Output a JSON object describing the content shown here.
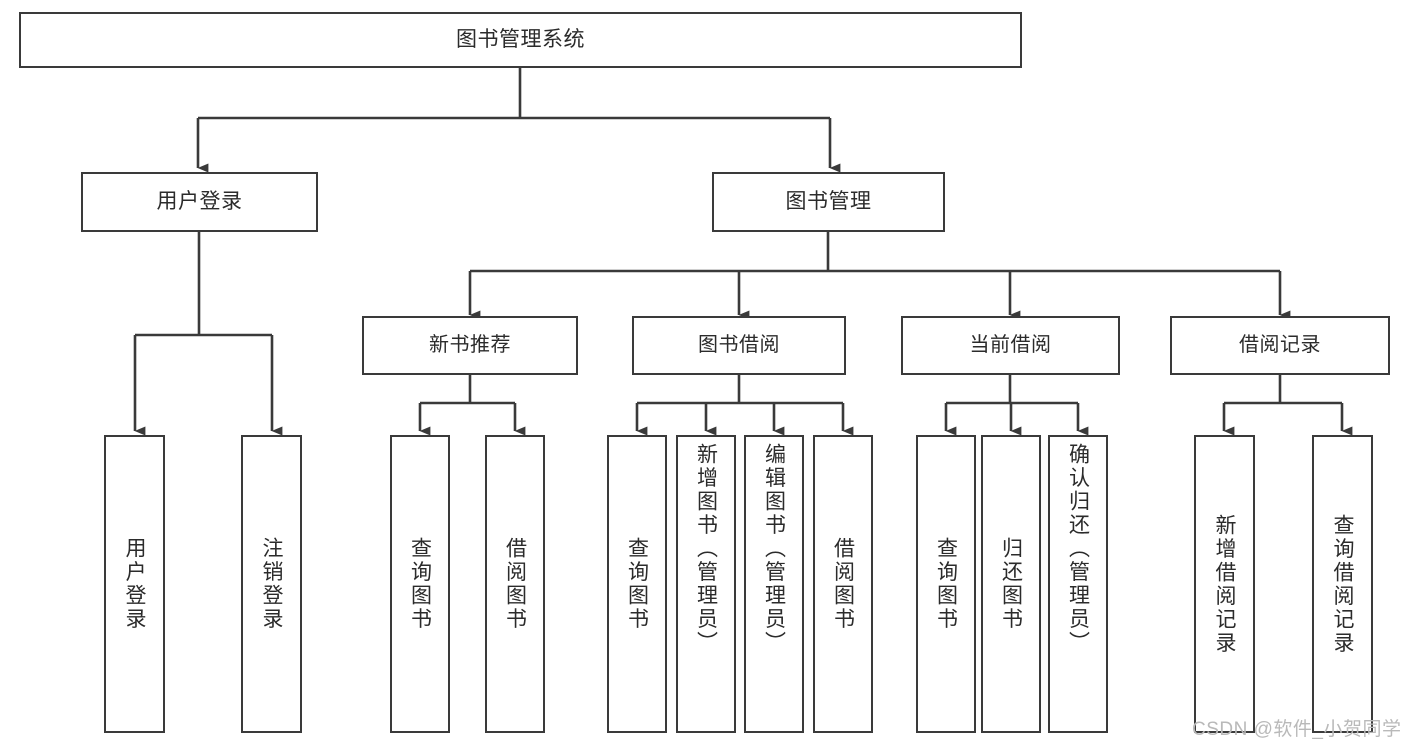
{
  "diagram": {
    "title": "图书管理系统",
    "type": "tree-hierarchy-chart",
    "watermark": "CSDN @软件_小贺同学",
    "colors": {
      "background": "#ffffff",
      "box_border": "#3a3a3a",
      "connector": "#3a3a3a",
      "text": "#2b2b2b",
      "watermark": "#b9b9b9"
    },
    "nodes": {
      "root": {
        "label": "图书管理系统"
      },
      "level2": [
        {
          "key": "user_login",
          "label": "用户登录"
        },
        {
          "key": "book_manage",
          "label": "图书管理"
        }
      ],
      "level3": [
        {
          "key": "new_book_rec",
          "label": "新书推荐"
        },
        {
          "key": "book_borrow",
          "label": "图书借阅"
        },
        {
          "key": "current_borrow",
          "label": "当前借阅"
        },
        {
          "key": "borrow_record",
          "label": "借阅记录"
        }
      ],
      "leaves": {
        "user_login": [
          {
            "key": "leaf_user_login",
            "label": "用户登录"
          },
          {
            "key": "leaf_user_logout",
            "label": "注销登录"
          }
        ],
        "new_book_rec": [
          {
            "key": "leaf_query_book_1",
            "label": "查询图书"
          },
          {
            "key": "leaf_borrow_book_1",
            "label": "借阅图书"
          }
        ],
        "book_borrow": [
          {
            "key": "leaf_query_book_2",
            "label": "查询图书"
          },
          {
            "key": "leaf_add_book",
            "label": "新增图书（管理员）"
          },
          {
            "key": "leaf_edit_book",
            "label": "编辑图书（管理员）"
          },
          {
            "key": "leaf_borrow_book_2",
            "label": "借阅图书"
          }
        ],
        "current_borrow": [
          {
            "key": "leaf_query_book_3",
            "label": "查询图书"
          },
          {
            "key": "leaf_return_book",
            "label": "归还图书"
          },
          {
            "key": "leaf_confirm_return",
            "label": "确认归还（管理员）"
          }
        ],
        "borrow_record": [
          {
            "key": "leaf_add_record",
            "label": "新增借阅记录"
          },
          {
            "key": "leaf_query_record",
            "label": "查询借阅记录"
          }
        ]
      }
    }
  }
}
